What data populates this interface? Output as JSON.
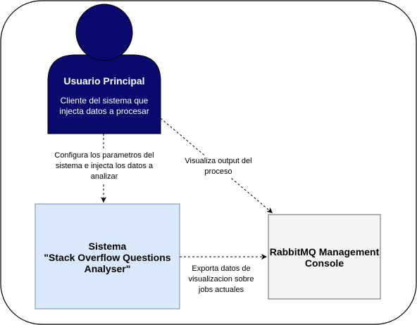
{
  "user": {
    "title": "Usuario Principal",
    "description_line1": "Cliente del sistema que",
    "description_line2": "injecta datos a procesar"
  },
  "system": {
    "line1": "Sistema",
    "line2": "\"Stack Overflow Questions",
    "line3": "Analyser\""
  },
  "rabbitmq": {
    "line1": "RabbitMQ Management",
    "line2": "Console"
  },
  "edges": {
    "configure": {
      "line1": "Configura los parametros del",
      "line2": "sistema e injecta los datos a",
      "line3": "analizar"
    },
    "visualize": {
      "line1": "Visualiza output del",
      "line2": "proceso"
    },
    "export": {
      "line1": "Exporta datos de",
      "line2": "visualizacion sobre",
      "line3": "jobs actuales"
    }
  },
  "colors": {
    "person_fill": "#0a0a6e",
    "system_fill": "#dae8fc",
    "system_border": "#6c8ebf",
    "rabbit_fill": "#f5f5f5",
    "rabbit_border": "#666666"
  }
}
